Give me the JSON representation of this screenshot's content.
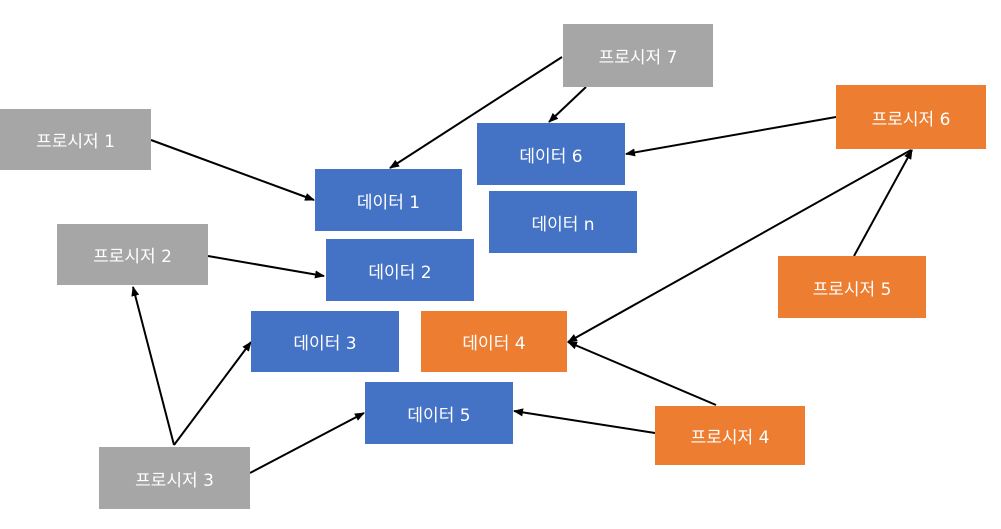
{
  "nodes": {
    "p1": {
      "label": "프로시저 1",
      "color": "#a6a6a6"
    },
    "p2": {
      "label": "프로시저 2",
      "color": "#a6a6a6"
    },
    "p3": {
      "label": "프로시저 3",
      "color": "#a6a6a6"
    },
    "p4": {
      "label": "프로시저 4",
      "color": "#ed7d31"
    },
    "p5": {
      "label": "프로시저 5",
      "color": "#ed7d31"
    },
    "p6": {
      "label": "프로시저 6",
      "color": "#ed7d31"
    },
    "p7": {
      "label": "프로시저 7",
      "color": "#a6a6a6"
    },
    "d1": {
      "label": "데이터 1",
      "color": "#4472c4"
    },
    "d2": {
      "label": "데이터 2",
      "color": "#4472c4"
    },
    "d3": {
      "label": "데이터 3",
      "color": "#4472c4"
    },
    "d4": {
      "label": "데이터 4",
      "color": "#ed7d31"
    },
    "d5": {
      "label": "데이터 5",
      "color": "#4472c4"
    },
    "d6": {
      "label": "데이터 6",
      "color": "#4472c4"
    },
    "dn": {
      "label": "데이터 n",
      "color": "#4472c4"
    }
  },
  "edges": [
    {
      "from": "p1",
      "to": "d1"
    },
    {
      "from": "p2",
      "to": "d2"
    },
    {
      "from": "p3",
      "to": "p2"
    },
    {
      "from": "p3",
      "to": "d3"
    },
    {
      "from": "p3",
      "to": "d5"
    },
    {
      "from": "p4",
      "to": "d5"
    },
    {
      "from": "p4",
      "to": "d4"
    },
    {
      "from": "p5",
      "to": "p6"
    },
    {
      "from": "p6",
      "to": "d4"
    },
    {
      "from": "p6",
      "to": "d6"
    },
    {
      "from": "p7",
      "to": "d1"
    },
    {
      "from": "p7",
      "to": "d6"
    }
  ]
}
